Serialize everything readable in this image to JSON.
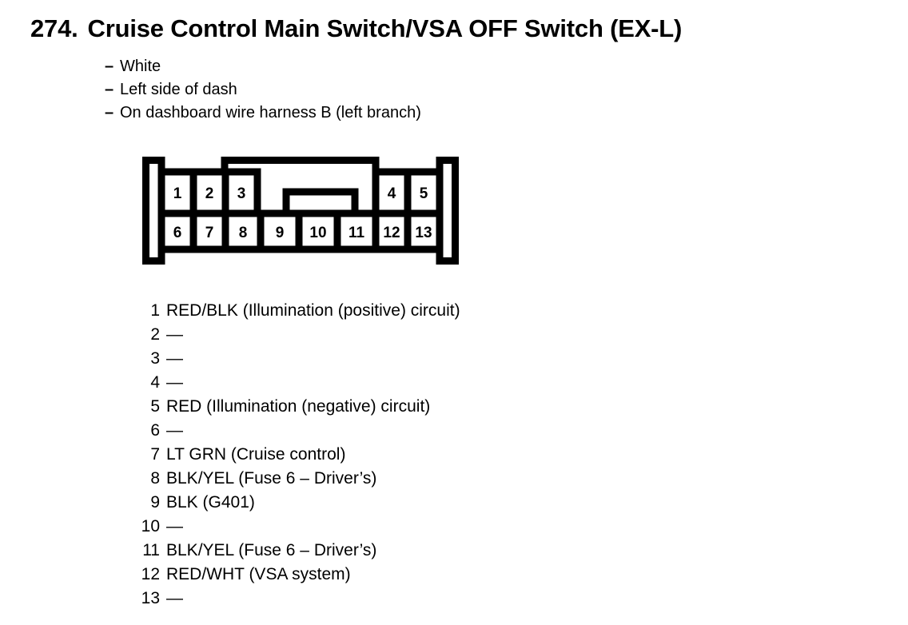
{
  "page": {
    "title_number": "274.",
    "title_text": "Cruise Control Main Switch/VSA OFF Switch (EX-L)",
    "dash": "–"
  },
  "notes": [
    {
      "text": "White"
    },
    {
      "text": "Left side of dash"
    },
    {
      "text": "On dashboard wire harness B (left branch)"
    }
  ],
  "connector": {
    "top_row": [
      "1",
      "2",
      "3",
      "4",
      "5"
    ],
    "bottom_row": [
      "6",
      "7",
      "8",
      "9",
      "10",
      "11",
      "12",
      "13"
    ],
    "outline_color": "#000000"
  },
  "pins": [
    {
      "num": "1",
      "desc": "RED/BLK (Illumination (positive) circuit)"
    },
    {
      "num": "2",
      "desc": "—"
    },
    {
      "num": "3",
      "desc": "—"
    },
    {
      "num": "4",
      "desc": "—"
    },
    {
      "num": "5",
      "desc": "RED (Illumination (negative) circuit)"
    },
    {
      "num": "6",
      "desc": "—"
    },
    {
      "num": "7",
      "desc": "LT GRN (Cruise control)"
    },
    {
      "num": "8",
      "desc": "BLK/YEL (Fuse 6 – Driver’s)"
    },
    {
      "num": "9",
      "desc": "BLK (G401)"
    },
    {
      "num": "10",
      "desc": "—"
    },
    {
      "num": "11",
      "desc": "BLK/YEL (Fuse 6 – Driver’s)"
    },
    {
      "num": "12",
      "desc": "RED/WHT (VSA system)"
    },
    {
      "num": "13",
      "desc": "—"
    }
  ]
}
